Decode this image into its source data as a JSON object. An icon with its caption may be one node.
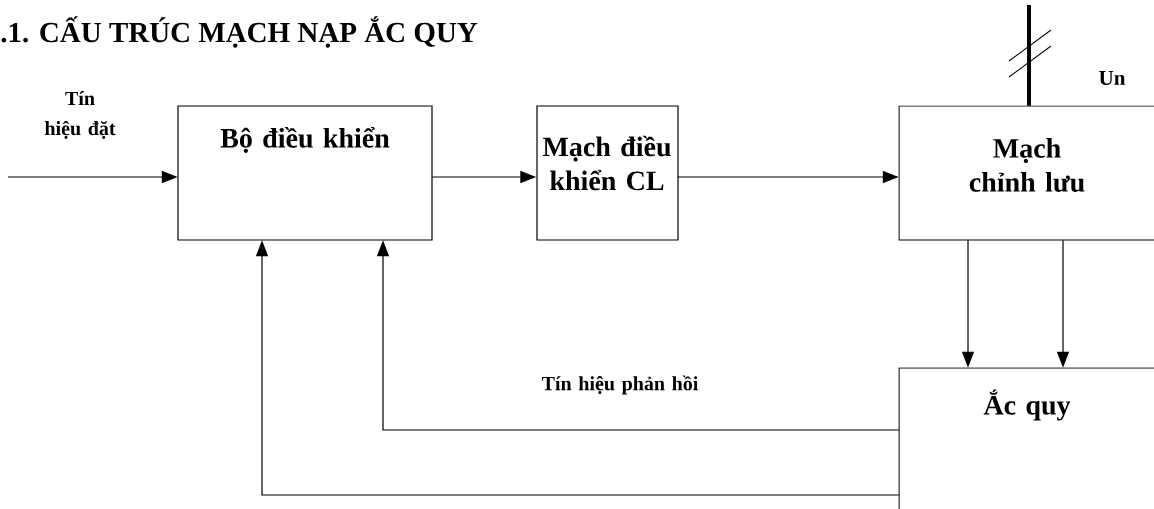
{
  "diagram": {
    "title": ".1. CẤU TRÚC MẠCH NẠP ẮC QUY",
    "nodes": [
      {
        "text": [
          "Bộ điều khiển"
        ]
      },
      {
        "text": [
          "Mạch điều khiển CL"
        ]
      },
      {
        "text": [
          "Mạch chỉnh lưu"
        ]
      },
      {
        "text": [
          "Ắc quy"
        ]
      }
    ],
    "edges": [
      {
        "from": null,
        "to": 0,
        "arrow": "to",
        "label": "Tín hiệu đặt"
      },
      {
        "from": 0,
        "to": 1,
        "arrow": "to"
      },
      {
        "from": 1,
        "to": 2,
        "arrow": "to"
      },
      {
        "from": 2,
        "to": 3,
        "arrow": "to"
      },
      {
        "from": 2,
        "to": 3,
        "arrow": "to"
      },
      {
        "from": 3,
        "to": 0,
        "arrow": "to",
        "label": "Tín hiệu phản hồi"
      },
      {
        "from": 3,
        "to": 0,
        "arrow": "to"
      },
      {
        "from": null,
        "to": 2,
        "arrow": "none",
        "style": "thick"
      }
    ],
    "labels": [
      "Un"
    ]
  }
}
